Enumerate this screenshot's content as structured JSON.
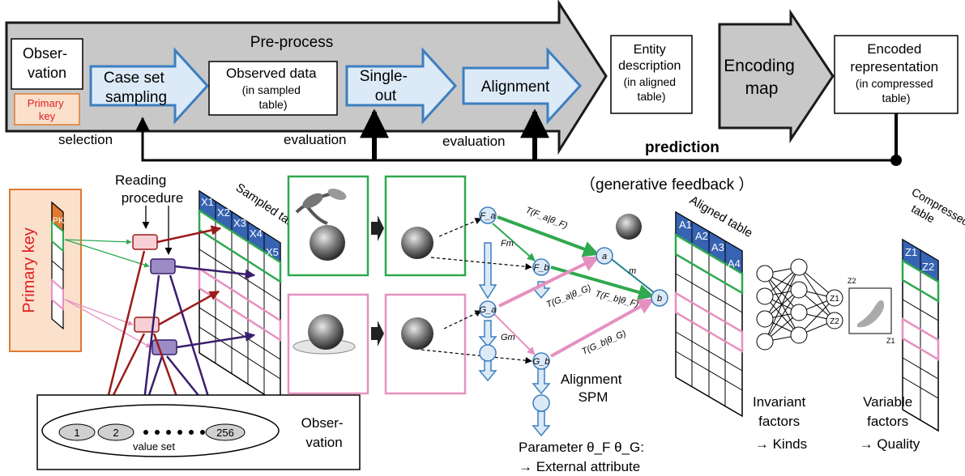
{
  "pipeline": {
    "preprocess_label": "Pre-process",
    "observation": [
      "Obser-",
      "vation"
    ],
    "primary_key_small": [
      "Primary",
      "key"
    ],
    "case_set_sampling": [
      "Case set",
      "sampling"
    ],
    "observed_data": [
      "Observed data",
      "(in sampled",
      "table)"
    ],
    "single_out": [
      "Single-",
      "out"
    ],
    "alignment": "Alignment",
    "entity_description": [
      "Entity",
      "description",
      "(in aligned",
      "table)"
    ],
    "encoding_map": [
      "Encoding",
      "map"
    ],
    "encoded_representation": [
      "Encoded",
      "representation",
      "(in compressed",
      "table)"
    ]
  },
  "feedback": {
    "selection": "selection",
    "evaluation_1": "evaluation",
    "evaluation_2": "evaluation",
    "prediction": "prediction",
    "generative_feedback": "（generative feedback ）"
  },
  "left_panel": {
    "primary_key": "Primary key",
    "pk": "PK",
    "reading_procedure": [
      "Reading",
      "procedure"
    ],
    "sampled_table": "Sampled table",
    "sampled_columns": [
      "X1",
      "X2",
      "X3",
      "X4",
      "X5"
    ],
    "observation_box": [
      "Obser-",
      "vation"
    ],
    "value_set": "value set",
    "values": [
      "1",
      "2",
      "256"
    ]
  },
  "spm": {
    "nodes": [
      "F_a",
      "F_b",
      "G_a",
      "G_b",
      "a",
      "b"
    ],
    "edge_labels": {
      "tfa": "T(F_a|θ_F)",
      "tfb": "T(F_b|θ_F)",
      "tga": "T(G_a|θ_G)",
      "tgb": "T(G_b|θ_G)",
      "fm": "Fm",
      "gm": "Gm",
      "m": "m"
    },
    "title": [
      "Alignment",
      "SPM"
    ],
    "parameter": "Parameter θ_F  θ_G:",
    "external": "→ External attribute"
  },
  "right_panel": {
    "aligned_table": "Aligned table",
    "aligned_columns": [
      "A1",
      "A2",
      "A3",
      "A4"
    ],
    "compressed_table": [
      "Compressed",
      "table"
    ],
    "compressed_columns": [
      "Z1",
      "Z2"
    ],
    "z_nodes": [
      "Z1",
      "Z2"
    ],
    "latent_axes": [
      "Z2",
      "Z1"
    ],
    "invariant": [
      "Invariant",
      "factors",
      "→ Kinds"
    ],
    "variable": [
      "Variable",
      "factors",
      "→ Quality"
    ]
  },
  "colors": {
    "arrow_gray": "#c8c8c8",
    "blue_arrow_fill": "#dceaf7",
    "blue_arrow_stroke": "#3d7ec0",
    "green": "#2fa84f",
    "pink": "#e690c0",
    "darkred": "#9b1b1b",
    "purple": "#3a1d6e",
    "header_blue": "#3763b3",
    "orange_fill": "#fbe0cc",
    "orange_stroke": "#e07a30",
    "key_text_red": "#e02020"
  }
}
